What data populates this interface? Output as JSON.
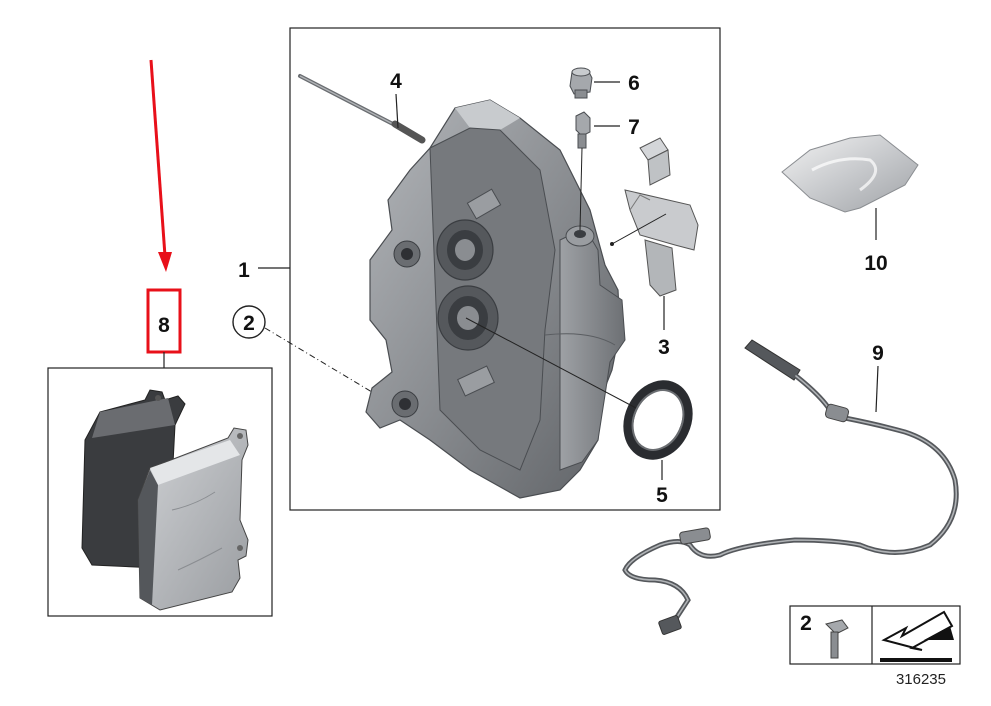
{
  "callouts": {
    "c1": "1",
    "c2": "2",
    "c3": "3",
    "c4": "4",
    "c5": "5",
    "c6": "6",
    "c7": "7",
    "c8": "8",
    "c9": "9",
    "c10": "10"
  },
  "legend": {
    "bolt_qty": "2",
    "diagram_number": "316235"
  },
  "colors": {
    "highlight": "#e8101a",
    "frame": "#222222",
    "caliper": "#8a8d91",
    "pad_dark": "#3a3c3f",
    "pad_light": "#b9bcc0"
  }
}
